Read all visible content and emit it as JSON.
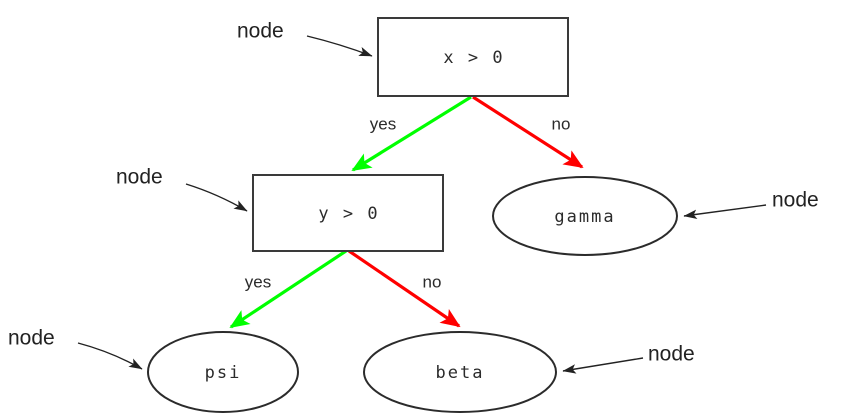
{
  "diagram": {
    "type": "decision-tree",
    "background_color": "#ffffff",
    "colors": {
      "yes_edge": "#00ff00",
      "no_edge": "#ff0000",
      "node_stroke": "#3a3a3a",
      "annotation": "#222222"
    },
    "decision_nodes": [
      {
        "id": "root",
        "label": "x > 0",
        "shape": "box"
      },
      {
        "id": "second",
        "label": "y > 0",
        "shape": "box"
      }
    ],
    "leaf_nodes": [
      {
        "id": "gamma",
        "label": "gamma",
        "shape": "ellipse"
      },
      {
        "id": "psi",
        "label": "psi",
        "shape": "ellipse"
      },
      {
        "id": "beta",
        "label": "beta",
        "shape": "ellipse"
      }
    ],
    "edges": [
      {
        "from": "root",
        "to": "second",
        "label": "yes",
        "color": "#00ff00"
      },
      {
        "from": "root",
        "to": "gamma",
        "label": "no",
        "color": "#ff0000"
      },
      {
        "from": "second",
        "to": "psi",
        "label": "yes",
        "color": "#00ff00"
      },
      {
        "from": "second",
        "to": "beta",
        "label": "no",
        "color": "#ff0000"
      }
    ],
    "annotations": [
      {
        "id": "annot-root",
        "label": "node",
        "target": "root"
      },
      {
        "id": "annot-second",
        "label": "node",
        "target": "second"
      },
      {
        "id": "annot-gamma",
        "label": "node",
        "target": "gamma"
      },
      {
        "id": "annot-psi",
        "label": "node",
        "target": "psi"
      },
      {
        "id": "annot-beta",
        "label": "node",
        "target": "beta"
      }
    ]
  }
}
